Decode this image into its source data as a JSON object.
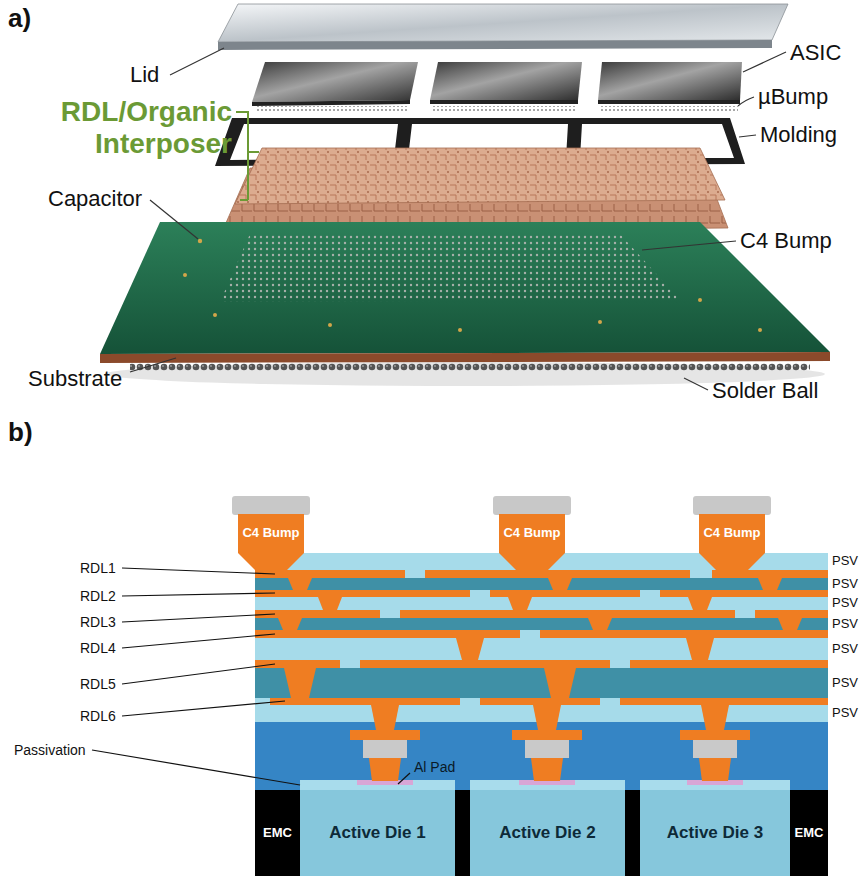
{
  "diagram": {
    "nodes": [
      {
        "text": [
          "C4 Bump"
        ]
      },
      {
        "text": [
          "C4 Bump"
        ]
      },
      {
        "text": [
          "C4 Bump"
        ]
      },
      {
        "text": [
          "EMC"
        ]
      },
      {
        "text": [
          "Active Die 1"
        ]
      },
      {
        "text": [
          "Active Die 2"
        ]
      },
      {
        "text": [
          "Active Die 3"
        ]
      },
      {
        "text": [
          "EMC"
        ]
      }
    ],
    "labels": [
      "a)",
      "Lid",
      "ASIC",
      "µBump",
      "RDL/Organic Interposer",
      "Molding",
      "Capacitor",
      "C4 Bump",
      "Substrate",
      "Solder Ball",
      "b)",
      "RDL1",
      "RDL2",
      "RDL3",
      "RDL4",
      "RDL5",
      "RDL6",
      "PSV",
      "PSV",
      "PSV",
      "PSV",
      "PSV",
      "PSV",
      "PSV",
      "Passivation",
      "Al Pad"
    ]
  }
}
